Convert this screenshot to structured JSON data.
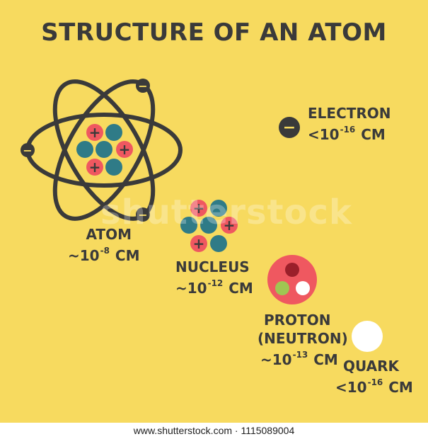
{
  "title": "STRUCTURE OF AN ATOM",
  "colors": {
    "background": "#f7da5f",
    "dark": "#3a3a3a",
    "proton": "#ef5860",
    "neutron": "#2f7b87",
    "quark_red": "#9b1f2a",
    "quark_green": "#9fc652",
    "quark_white": "#ffffff"
  },
  "labels": {
    "electron": {
      "name": "ELECTRON",
      "prefix": "<10",
      "exponent": "-16",
      "unit": "CM"
    },
    "atom": {
      "name": "ATOM",
      "prefix": "~10",
      "exponent": "-8",
      "unit": "CM"
    },
    "nucleus": {
      "name": "NUCLEUS",
      "prefix": "~10",
      "exponent": "-12",
      "unit": "CM"
    },
    "proton": {
      "name": "PROTON",
      "name2": "(NEUTRON)",
      "prefix": "~10",
      "exponent": "-13",
      "unit": "CM"
    },
    "quark": {
      "name": "QUARK",
      "prefix": "<10",
      "exponent": "-16",
      "unit": "CM"
    }
  },
  "symbols": {
    "plus": "+",
    "minus": "−"
  },
  "watermark": "shutterstock",
  "footer": "www.shutterstock.com · 1115089004"
}
